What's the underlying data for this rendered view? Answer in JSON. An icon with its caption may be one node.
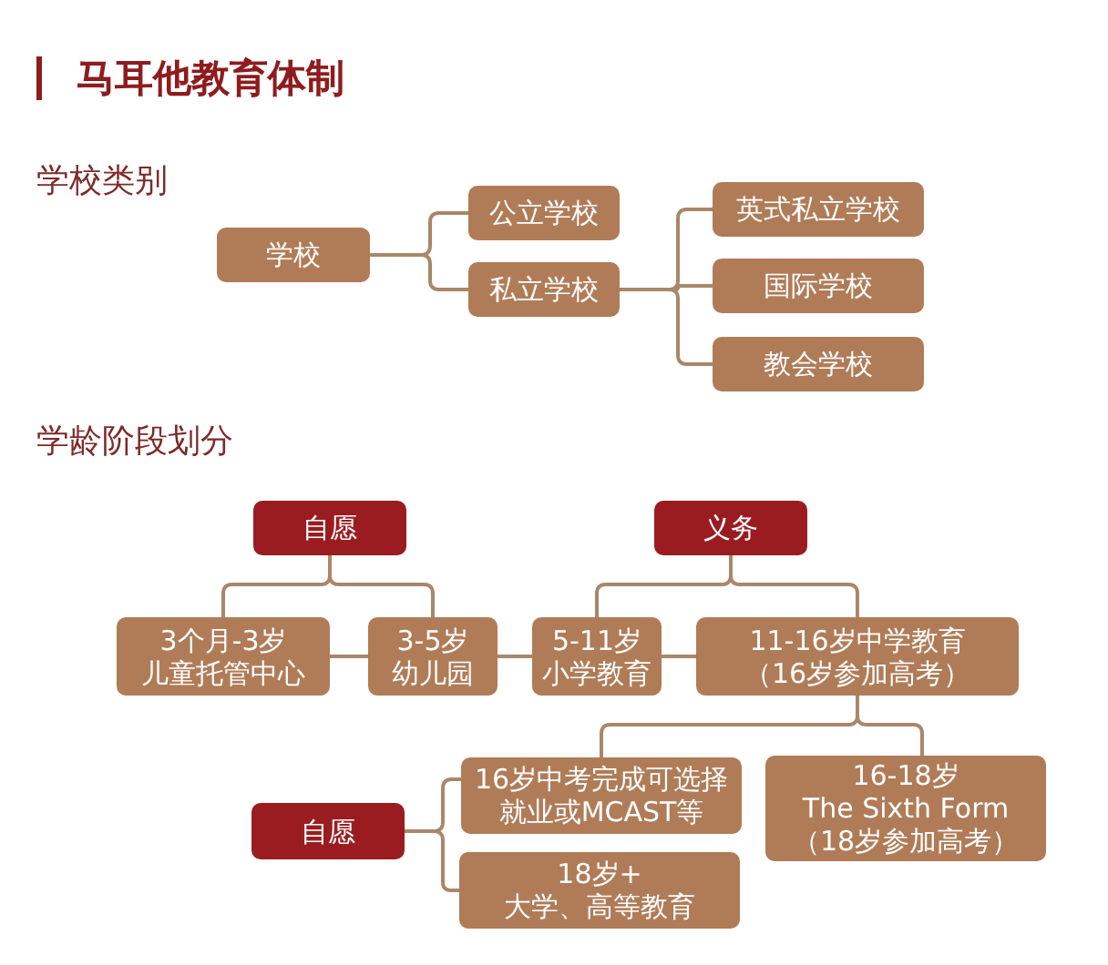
{
  "diagram": {
    "title": "马耳他教育体制",
    "nodes": [
      {
        "text": [
          "学校"
        ]
      },
      {
        "text": [
          "公立学校"
        ]
      },
      {
        "text": [
          "私立学校"
        ]
      },
      {
        "text": [
          "英式私立学校"
        ]
      },
      {
        "text": [
          "国际学校"
        ]
      },
      {
        "text": [
          "教会学校"
        ]
      },
      {
        "text": [
          "自愿"
        ]
      },
      {
        "text": [
          "义务"
        ]
      },
      {
        "text": [
          "3个月-3岁",
          "儿童托管中心"
        ]
      },
      {
        "text": [
          "3-5岁",
          "幼儿园"
        ]
      },
      {
        "text": [
          "5-11岁",
          "小学教育"
        ]
      },
      {
        "text": [
          "11-16岁中学教育",
          "（16岁参加高考）"
        ]
      },
      {
        "text": [
          "16岁中考完成可选择就业或MCAST等"
        ]
      },
      {
        "text": [
          "16-18岁",
          "The Sixth Form",
          "（18岁参加高考）"
        ]
      },
      {
        "text": [
          "自愿"
        ]
      },
      {
        "text": [
          "18岁+",
          "大学、高等教育"
        ]
      }
    ],
    "edges": [
      {
        "from": 0,
        "to": 1,
        "arrow": "none"
      },
      {
        "from": 0,
        "to": 2,
        "arrow": "none"
      },
      {
        "from": 2,
        "to": 3,
        "arrow": "none"
      },
      {
        "from": 2,
        "to": 4,
        "arrow": "none"
      },
      {
        "from": 2,
        "to": 5,
        "arrow": "none"
      },
      {
        "from": 6,
        "to": 8,
        "arrow": "none"
      },
      {
        "from": 6,
        "to": 9,
        "arrow": "none"
      },
      {
        "from": 7,
        "to": 10,
        "arrow": "none"
      },
      {
        "from": 7,
        "to": 11,
        "arrow": "none"
      },
      {
        "from": 8,
        "to": 9,
        "arrow": "none"
      },
      {
        "from": 9,
        "to": 10,
        "arrow": "none"
      },
      {
        "from": 10,
        "to": 11,
        "arrow": "none"
      },
      {
        "from": 11,
        "to": 12,
        "arrow": "none"
      },
      {
        "from": 11,
        "to": 13,
        "arrow": "none"
      },
      {
        "from": 14,
        "to": 12,
        "arrow": "none"
      },
      {
        "from": 14,
        "to": 15,
        "arrow": "none"
      }
    ],
    "labels": [
      "学校类别",
      "学龄阶段划分"
    ]
  }
}
